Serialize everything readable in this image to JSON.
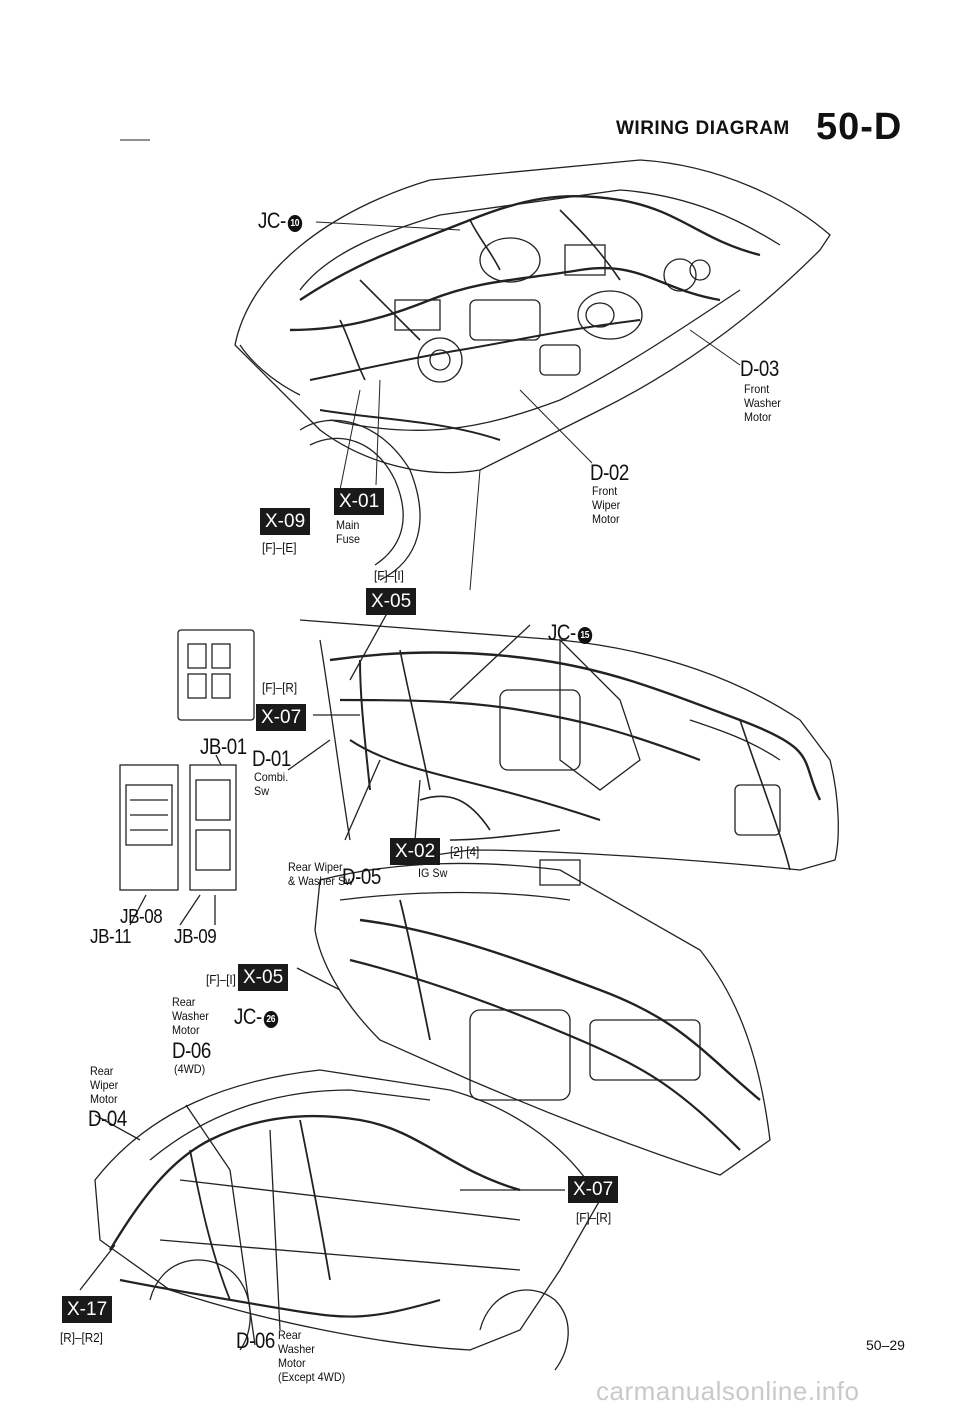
{
  "header": {
    "title": "WIRING DIAGRAM",
    "section": "50-D"
  },
  "labels": {
    "jc10": "JC-",
    "jc10_num": "10",
    "d03": "D-03",
    "d03_desc": "Front\nWasher\nMotor",
    "d02": "D-02",
    "d02_desc": "Front\nWiper\nMotor",
    "x09": "X-09",
    "x09_ref": "[F]–[E]",
    "x01": "X-01",
    "x01_desc": "Main\nFuse",
    "x05_top_ref": "[F]–[I]",
    "x05_top": "X-05",
    "jc15": "JC-",
    "jc15_num": "15",
    "x07_top_ref": "[F]–[R]",
    "x07_top": "X-07",
    "jb01": "JB-01",
    "d01": "D-01",
    "d01_desc": "Combi.\nSw",
    "x02": "X-02",
    "x02_pins": "[2] [4]",
    "x02_desc": "IG Sw",
    "rear_wiper_sw": "Rear Wiper\n& Washer Sw",
    "d05": "D-05",
    "jb08": "JB-08",
    "jb11": "JB-11",
    "jb09": "JB-09",
    "x05_mid_ref": "[F]–[I]",
    "x05_mid": "X-05",
    "rear_washer_motor": "Rear\nWasher\nMotor",
    "jc26": "JC-",
    "jc26_num": "26",
    "d06_top": "D-06",
    "d06_top_desc": "(4WD)",
    "rear_wiper_motor": "Rear\nWiper\nMotor",
    "d04": "D-04",
    "x07_bot": "X-07",
    "x07_bot_ref": "[F]–[R]",
    "x17": "X-17",
    "x17_ref": "[R]–[R2]",
    "d06_bot": "D-06",
    "d06_bot_desc": "Rear\nWasher\nMotor\n(Except 4WD)",
    "page_number": "50–29"
  },
  "watermark": "carmanualsonline.info"
}
